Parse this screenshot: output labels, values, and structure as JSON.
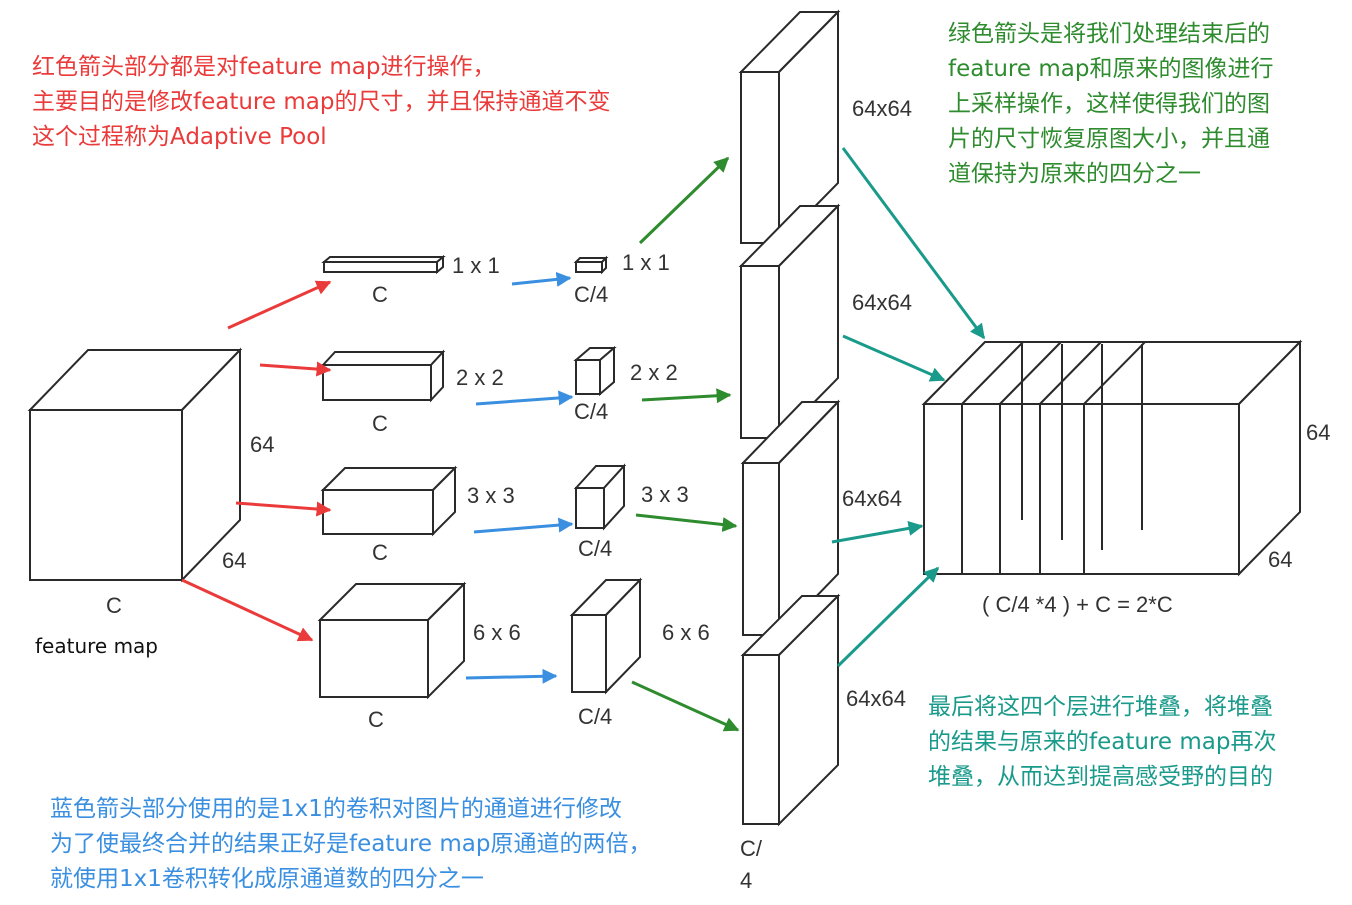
{
  "notes": {
    "red": [
      "红色箭头部分都是对feature map进行操作，",
      "主要目的是修改feature map的尺寸，并且保持通道不变",
      "这个过程称为Adaptive Pool"
    ],
    "green": [
      "绿色箭头是将我们处理结束后的",
      "feature map和原来的图像进行",
      "上采样操作，这样使得我们的图",
      "片的尺寸恢复原图大小，并且通",
      "道保持为原来的四分之一"
    ],
    "teal": [
      "最后将这四个层进行堆叠，将堆叠",
      "的结果与原来的feature map再次",
      "堆叠，从而达到提高感受野的目的"
    ],
    "blue": [
      "蓝色箭头部分使用的是1x1的卷积对图片的通道进行修改",
      "为了使最终合并的结果正好是feature map原通道的两倍，",
      "就使用1x1卷积转化成原通道数的四分之一"
    ]
  },
  "input": {
    "height": "64",
    "width": "64",
    "channels": "C",
    "caption": "feature map"
  },
  "pooled": [
    {
      "size": "1 x 1",
      "channels": "C"
    },
    {
      "size": "2 x 2",
      "channels": "C"
    },
    {
      "size": "3 x 3",
      "channels": "C"
    },
    {
      "size": "6 x 6",
      "channels": "C"
    }
  ],
  "conv": [
    {
      "size": "1 x 1",
      "channels": "C/4"
    },
    {
      "size": "2 x 2",
      "channels": "C/4"
    },
    {
      "size": "3 x 3",
      "channels": "C/4"
    },
    {
      "size": "6 x 6",
      "channels": "C/4"
    }
  ],
  "upsampled": {
    "sizes": [
      "64x64",
      "64x64",
      "64x64",
      "64x64"
    ],
    "channels_top": "C/",
    "channels_bottom": "4"
  },
  "output": {
    "height": "64",
    "width": "64",
    "formula": "( C/4 *4 ) + C = 2*C"
  },
  "colors": {
    "red": "#ea3a3a",
    "blue": "#3a8fe0",
    "green": "#2e8b2e",
    "teal": "#1a9a8a"
  }
}
